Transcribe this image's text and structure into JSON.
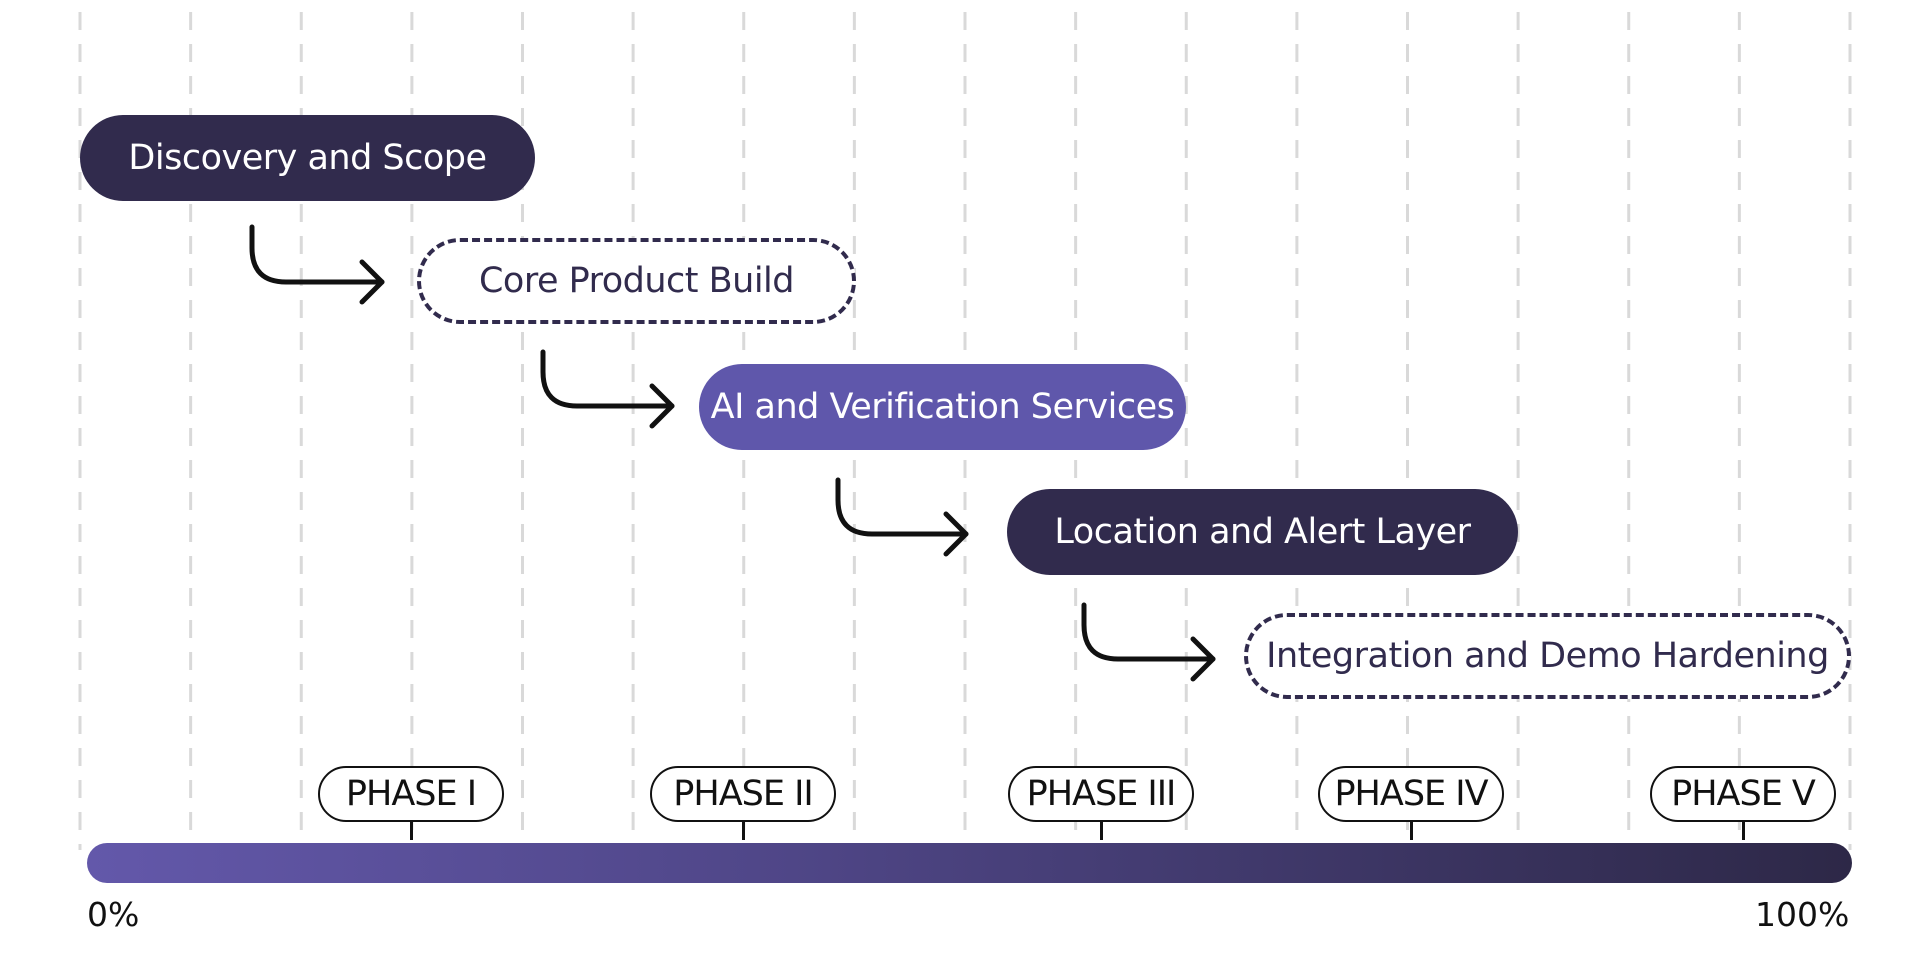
{
  "stages": [
    {
      "label": "Discovery and Scope",
      "style": "solid",
      "color": "#312b4d"
    },
    {
      "label": "Core Product Build",
      "style": "dashed",
      "color": "#312b4d"
    },
    {
      "label": "AI and Verification Services",
      "style": "solid",
      "color": "#5f57ab"
    },
    {
      "label": "Location and Alert Layer",
      "style": "solid",
      "color": "#312b4d"
    },
    {
      "label": "Integration and Demo Hardening",
      "style": "dashed",
      "color": "#312b4d"
    }
  ],
  "phases": [
    {
      "label": "PHASE I"
    },
    {
      "label": "PHASE II"
    },
    {
      "label": "PHASE III"
    },
    {
      "label": "PHASE IV"
    },
    {
      "label": "PHASE V"
    }
  ],
  "progress_bar": {
    "start_label": "0%",
    "end_label": "100%",
    "gradient_start": "#6358aa",
    "gradient_end": "#2d2847"
  },
  "colors": {
    "dark": "#312b4d",
    "purple": "#5f57ab",
    "grid": "#d9d9d9",
    "arrow": "#111111"
  }
}
